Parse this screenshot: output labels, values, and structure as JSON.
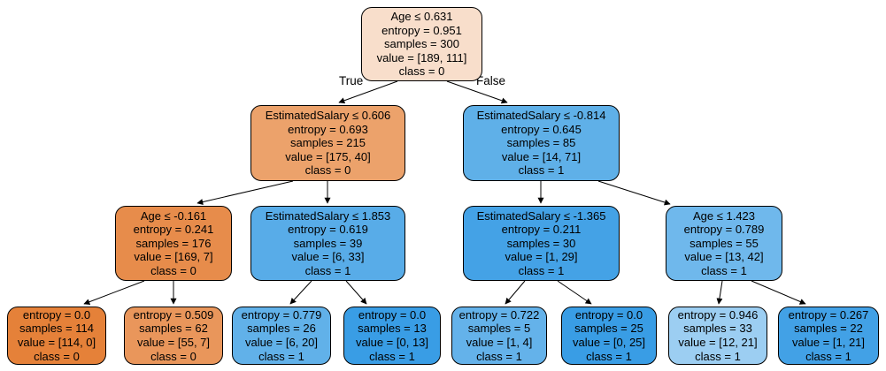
{
  "diagram": {
    "type": "decision-tree",
    "edge_labels": {
      "true": "True",
      "false": "False"
    },
    "class_colors": {
      "class0": "#e58139",
      "class1": "#399de5"
    }
  },
  "nodes": [
    {
      "name": "root",
      "condition": "Age ≤ 0.631",
      "entropy": "entropy = 0.951",
      "samples": "samples = 300",
      "value": "value = [189, 111]",
      "class_label": "class = 0",
      "fill": "#f8decb"
    },
    {
      "name": "depth1-left",
      "condition": "EstimatedSalary ≤ 0.606",
      "entropy": "entropy = 0.693",
      "samples": "samples = 215",
      "value": "value = [175, 40]",
      "class_label": "class = 0",
      "fill": "#eca26b"
    },
    {
      "name": "depth1-right",
      "condition": "EstimatedSalary ≤ -0.814",
      "entropy": "entropy = 0.645",
      "samples": "samples = 85",
      "value": "value = [14, 71]",
      "class_label": "class = 1",
      "fill": "#5fb0e8"
    },
    {
      "name": "depth2-node1",
      "condition": "Age ≤ -0.161",
      "entropy": "entropy = 0.241",
      "samples": "samples = 176",
      "value": "value = [169, 7]",
      "class_label": "class = 0",
      "fill": "#e78c4b"
    },
    {
      "name": "depth2-node2",
      "condition": "EstimatedSalary ≤ 1.853",
      "entropy": "entropy = 0.619",
      "samples": "samples = 39",
      "value": "value = [6, 33]",
      "class_label": "class = 1",
      "fill": "#58ace8"
    },
    {
      "name": "depth2-node3",
      "condition": "EstimatedSalary ≤ -1.365",
      "entropy": "entropy = 0.211",
      "samples": "samples = 30",
      "value": "value = [1, 29]",
      "class_label": "class = 1",
      "fill": "#44a2e6"
    },
    {
      "name": "depth2-node4",
      "condition": "Age ≤ 1.423",
      "entropy": "entropy = 0.789",
      "samples": "samples = 55",
      "value": "value = [13, 42]",
      "class_label": "class = 1",
      "fill": "#6fb8ec"
    },
    {
      "name": "leaf1",
      "entropy": "entropy = 0.0",
      "samples": "samples = 114",
      "value": "value = [114, 0]",
      "class_label": "class = 0",
      "fill": "#e58139"
    },
    {
      "name": "leaf2",
      "entropy": "entropy = 0.509",
      "samples": "samples = 62",
      "value": "value = [55, 7]",
      "class_label": "class = 0",
      "fill": "#e9965b"
    },
    {
      "name": "leaf3",
      "entropy": "entropy = 0.779",
      "samples": "samples = 26",
      "value": "value = [6, 20]",
      "class_label": "class = 1",
      "fill": "#61b1e9"
    },
    {
      "name": "leaf4",
      "entropy": "entropy = 0.0",
      "samples": "samples = 13",
      "value": "value = [0, 13]",
      "class_label": "class = 1",
      "fill": "#399de5"
    },
    {
      "name": "leaf5",
      "entropy": "entropy = 0.722",
      "samples": "samples = 5",
      "value": "value = [1, 4]",
      "class_label": "class = 1",
      "fill": "#64b2ea"
    },
    {
      "name": "leaf6",
      "entropy": "entropy = 0.0",
      "samples": "samples = 25",
      "value": "value = [0, 25]",
      "class_label": "class = 1",
      "fill": "#399de5"
    },
    {
      "name": "leaf7",
      "entropy": "entropy = 0.946",
      "samples": "samples = 33",
      "value": "value = [12, 21]",
      "class_label": "class = 1",
      "fill": "#9ccef2"
    },
    {
      "name": "leaf8",
      "entropy": "entropy = 0.267",
      "samples": "samples = 22",
      "value": "value = [1, 21]",
      "class_label": "class = 1",
      "fill": "#42a1e6"
    }
  ]
}
